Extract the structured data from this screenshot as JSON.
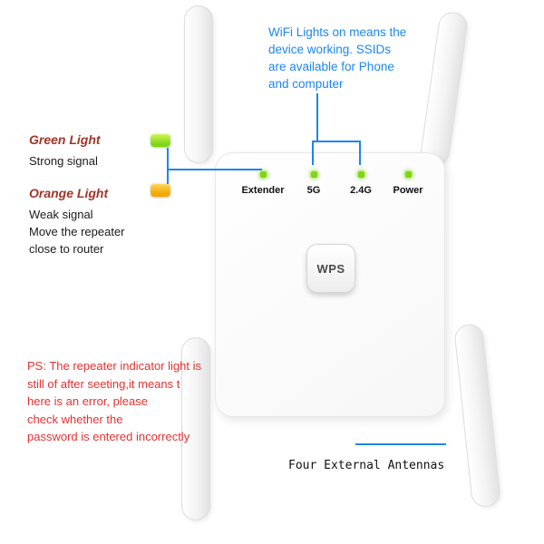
{
  "top_note": {
    "text": "WiFi Lights on means the\ndevice working. SSIDs\nare available for Phone\nand computer"
  },
  "left_legend": {
    "green_title": "Green Light",
    "green_desc": "Strong signal",
    "orange_title": "Orange Light",
    "orange_desc": "Weak signal\nMove the repeater\nclose to router"
  },
  "ps_note": "PS: The repeater indicator light is\nstill of after seeting,it means t\nhere is an error, please\ncheck whether the\npassword is entered incorrectly",
  "bottom_label": "Four External Antennas",
  "device": {
    "indicators": [
      {
        "label": "Extender"
      },
      {
        "label": "5G"
      },
      {
        "label": "2.4G"
      },
      {
        "label": "Power"
      }
    ],
    "wps_label": "WPS"
  },
  "colors": {
    "annotation_blue": "#1c86ee",
    "warning_red": "#e53131",
    "legend_title": "#a13527",
    "led_green": "#7fd613",
    "led_orange": "#f0a800"
  }
}
